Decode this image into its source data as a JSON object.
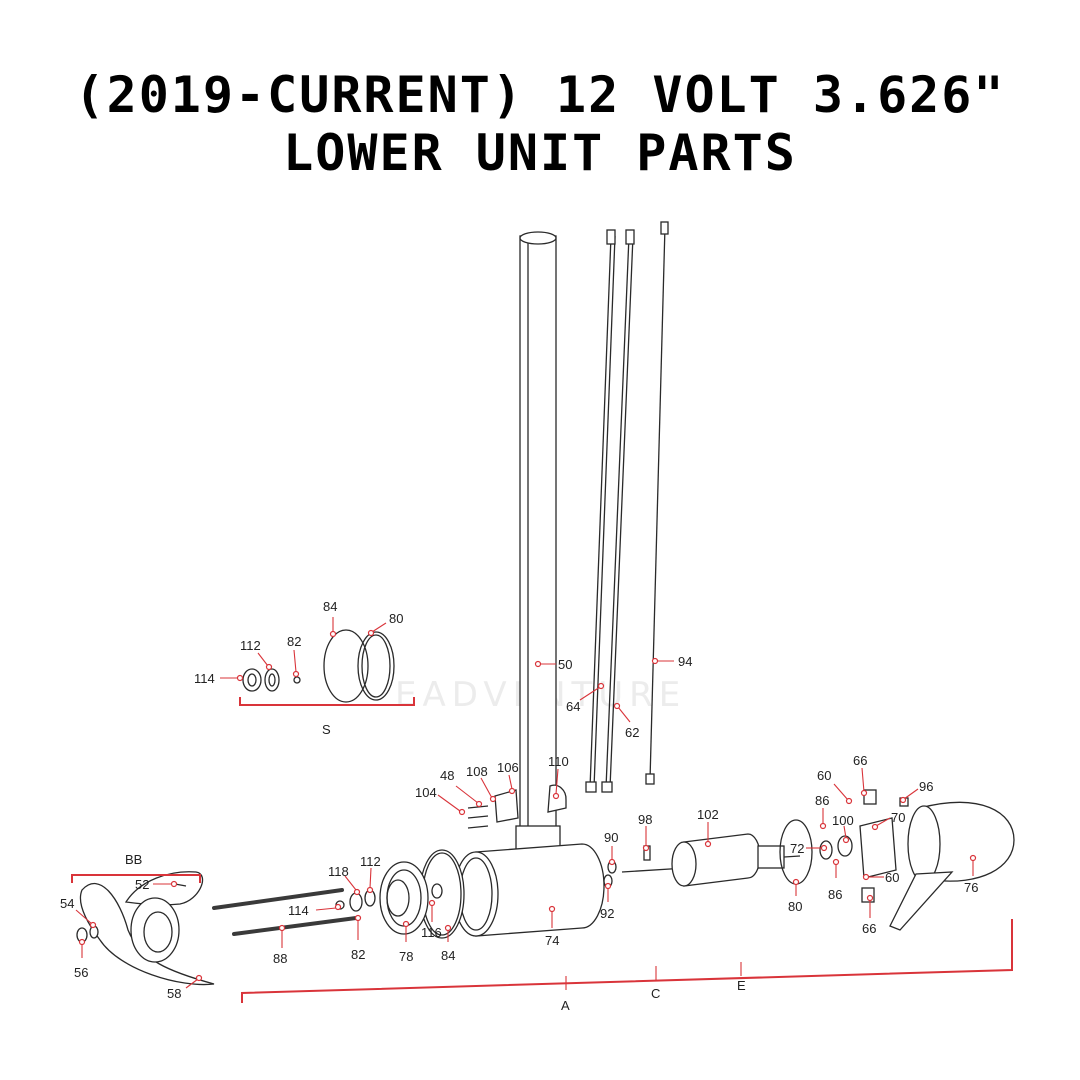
{
  "title": {
    "line1": "(2019-CURRENT) 12 VOLT 3.626\"",
    "line2": "LOWER UNIT PARTS"
  },
  "watermark": "EADVENTURE",
  "colors": {
    "callout": "#d9343a",
    "line_art": "#2a2a2a",
    "background": "#ffffff"
  },
  "callouts": {
    "c84_top": "84",
    "c80_top": "80",
    "c112_top": "112",
    "c82_top": "82",
    "c114_top": "114",
    "c50": "50",
    "c94": "94",
    "c64": "64",
    "c62": "62",
    "c48": "48",
    "c108": "108",
    "c106": "106",
    "c110": "110",
    "c104": "104",
    "c60_top": "60",
    "c66_top": "66",
    "c96": "96",
    "c86_top": "86",
    "c100": "100",
    "c70": "70",
    "c72": "72",
    "c86_bot": "86",
    "c60_bot": "60",
    "c76": "76",
    "c66_bot": "66",
    "c80_mid": "80",
    "c102": "102",
    "c98": "98",
    "c90": "90",
    "c92": "92",
    "c74": "74",
    "c118": "118",
    "c112_mid": "112",
    "c114_mid": "114",
    "c116": "116",
    "c84_bot": "84",
    "c78": "78",
    "c82_bot": "82",
    "c88": "88",
    "c52": "52",
    "c54": "54",
    "c56": "56",
    "c58": "58"
  },
  "groups": {
    "S": "S",
    "BB": "BB",
    "A": "A",
    "C": "C",
    "E": "E"
  }
}
